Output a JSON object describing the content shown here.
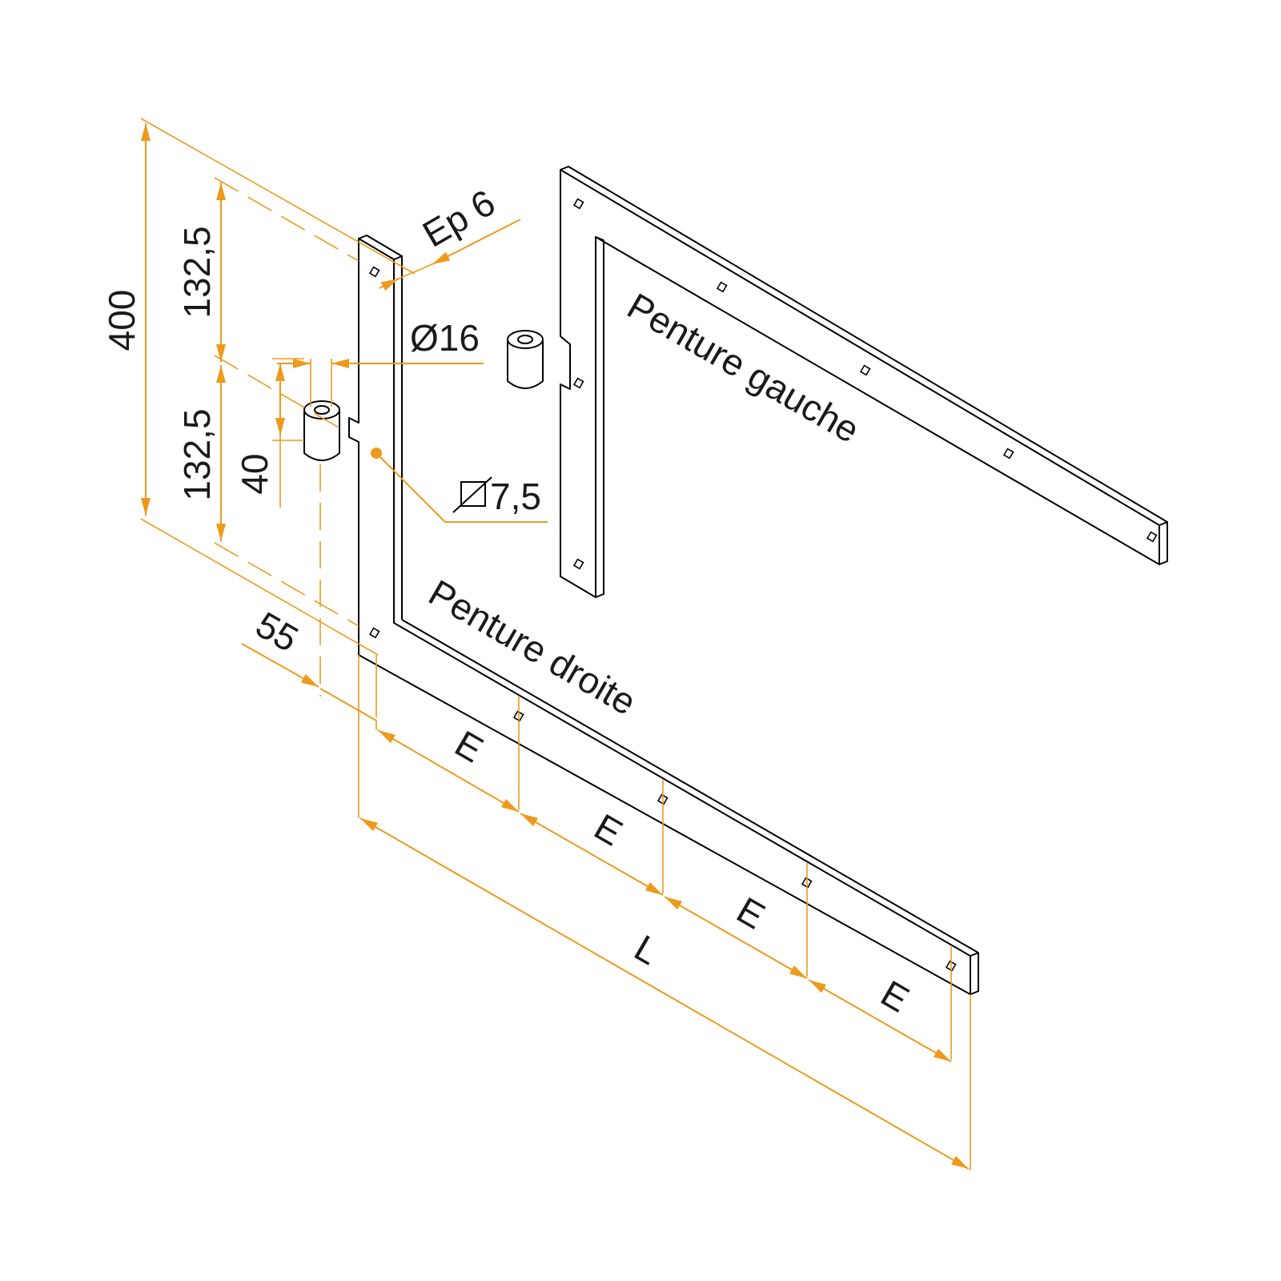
{
  "parts": {
    "right_strap_label": "Penture droite",
    "left_strap_label": "Penture gauche"
  },
  "dimensions": {
    "height_total": "400",
    "height_upper": "132,5",
    "height_lower": "132,5",
    "thickness": "Ep 6",
    "pin_diameter": "Ø16",
    "hole_diameter": "7,5",
    "knuckle_height": "40",
    "offset": "55",
    "spacing": "E",
    "length": "L"
  },
  "colors": {
    "dimension_lines": "#ed9a1d",
    "part_outline": "#000000"
  },
  "icons": {
    "hole_symbol": "square-hole-diameter-icon"
  }
}
